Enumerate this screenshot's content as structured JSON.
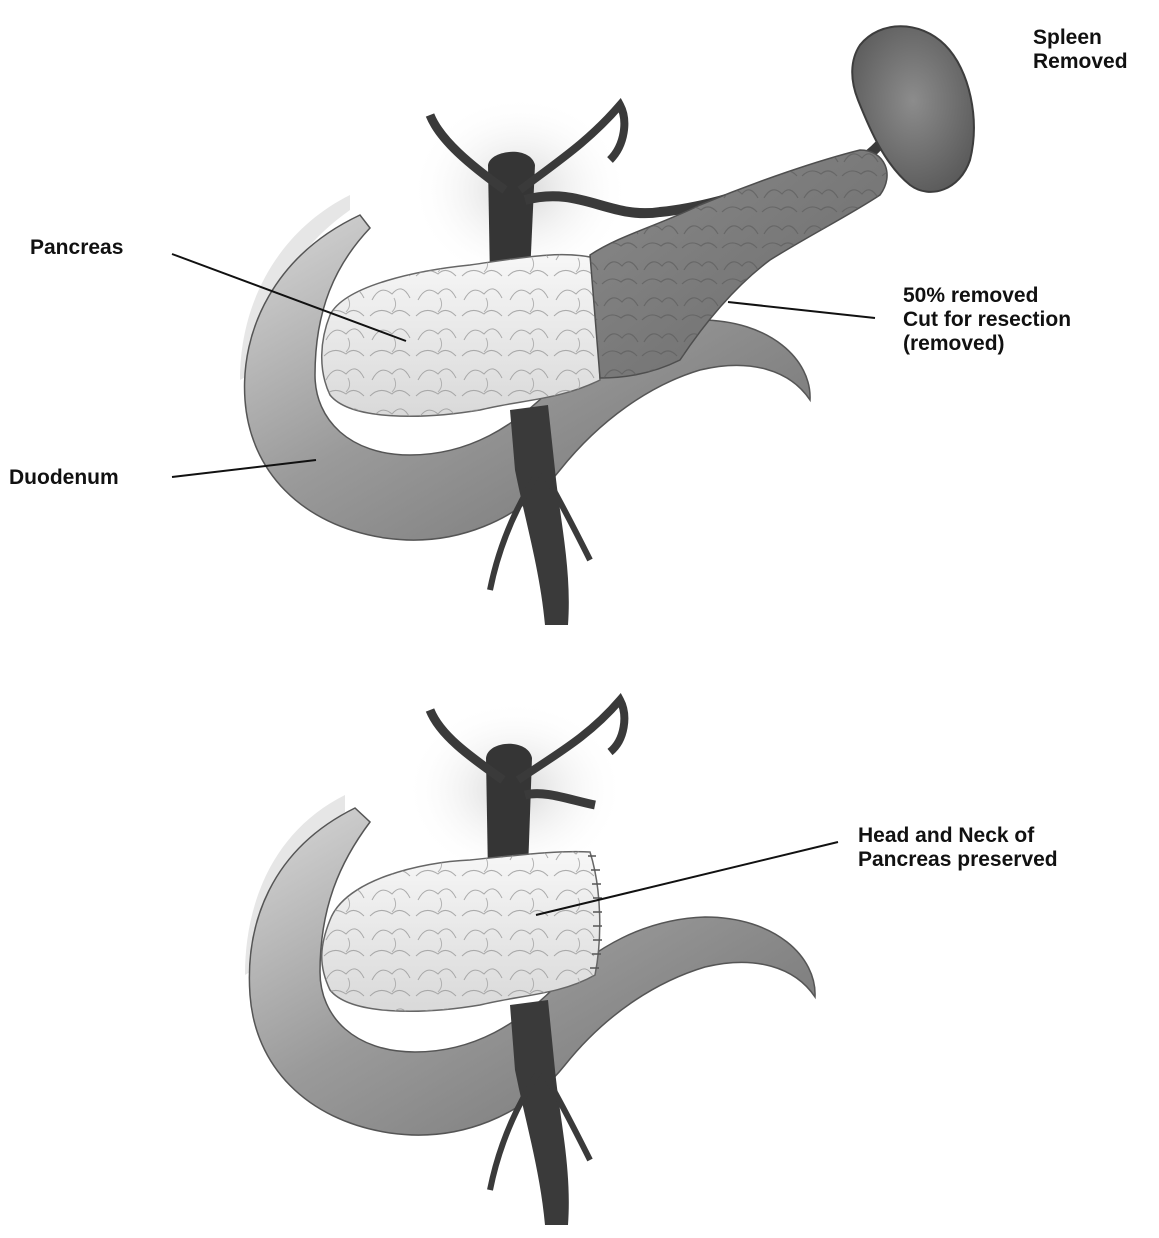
{
  "labels": {
    "spleen_line1": "Spleen",
    "spleen_line2": "Removed",
    "pancreas": "Pancreas",
    "removed_line1": "50% removed",
    "removed_line2": "Cut for resection",
    "removed_line3": "(removed)",
    "duodenum": "Duodenum",
    "preserved_line1": "Head and Neck of",
    "preserved_line2": "Pancreas preserved"
  },
  "colors": {
    "background": "#ffffff",
    "text": "#111111",
    "vessel": "#3a3a3a",
    "duodenum": "#9c9c9c",
    "pancreas_preserved": "#ececec",
    "pancreas_removed": "#7d7d7d",
    "spleen": "#777777"
  }
}
